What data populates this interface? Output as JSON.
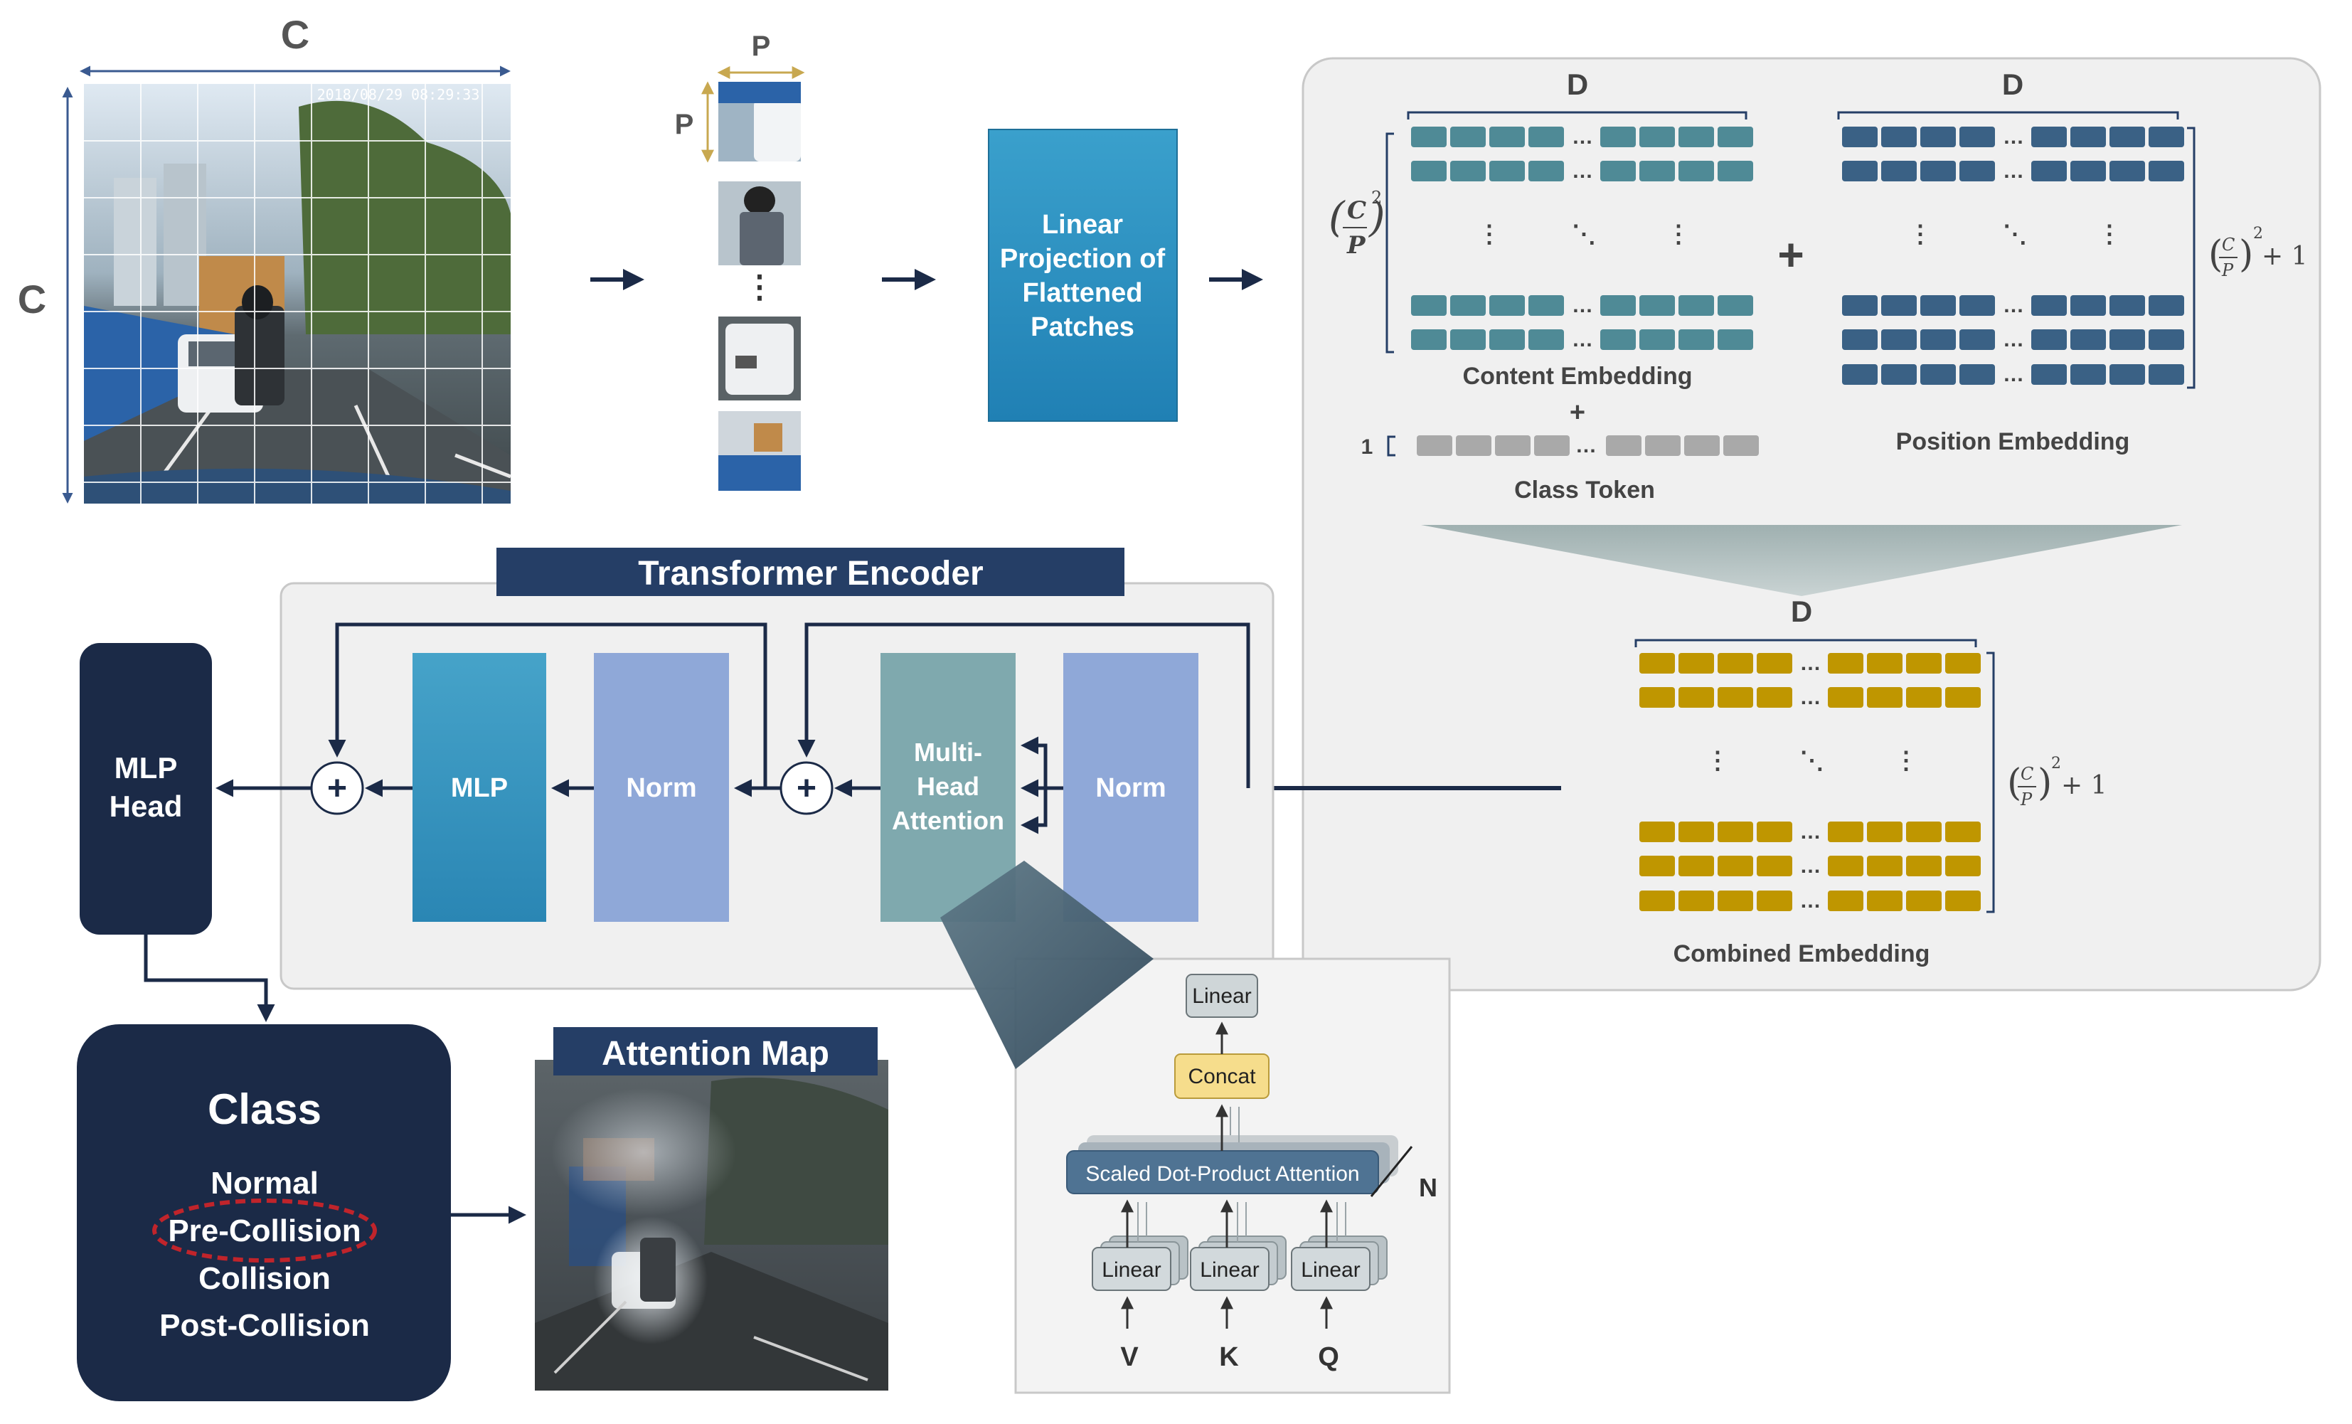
{
  "input_image": {
    "dim_label_top": "C",
    "dim_label_left": "C",
    "timestamp": "2018/08/29 08:29:33",
    "patch_size_top": "P",
    "patch_size_left": "P",
    "ellipsis": "⋮"
  },
  "linear_projection": {
    "line1": "Linear",
    "line2": "Projection of",
    "line3": "Flattened",
    "line4": "Patches"
  },
  "embeddings": {
    "content_dim": "D",
    "position_dim": "D",
    "combined_dim": "D",
    "content_label": "Content Embedding",
    "plus_between": "+",
    "plus_below_content": "+",
    "class_token_count": "1",
    "class_token_label": "Class Token",
    "position_label": "Position Embedding",
    "combined_label": "Combined Embedding",
    "content_rows_label": "(C/P)²",
    "position_rows_label": "(C/P)² + 1",
    "combined_rows_label": "(C/P)² + 1",
    "dots_h": "…",
    "dots_v": "⋮",
    "dots_d": "⋱"
  },
  "encoder": {
    "title": "Transformer Encoder",
    "mlp": "MLP",
    "norm1": "Norm",
    "mha_line1": "Multi-",
    "mha_line2": "Head",
    "mha_line3": "Attention",
    "norm2": "Norm",
    "plus": "+"
  },
  "mlp_head": {
    "line1": "MLP",
    "line2": "Head"
  },
  "class_box": {
    "title": "Class",
    "items": [
      "Normal",
      "Pre-Collision",
      "Collision",
      "Post-Collision"
    ],
    "highlighted_index": 1
  },
  "attention_map": {
    "title": "Attention Map"
  },
  "mha_detail": {
    "linear_top": "Linear",
    "concat": "Concat",
    "sdpa": "Scaled Dot-Product Attention",
    "n_label": "N",
    "linear_v": "Linear",
    "linear_k": "Linear",
    "linear_q": "Linear",
    "input_v": "V",
    "input_k": "K",
    "input_q": "Q"
  },
  "colors": {
    "content": "#4f8a96",
    "position": "#3a6185",
    "combined": "#bf9600",
    "class_token": "#a9a9a9",
    "navy": "#1b2a47",
    "title_bar": "#253e66",
    "mlp_block": "#2f8fbb",
    "norm_block": "#8fa8d8",
    "mha_block": "#7fa9ae",
    "projection": "#2a8ec0"
  }
}
